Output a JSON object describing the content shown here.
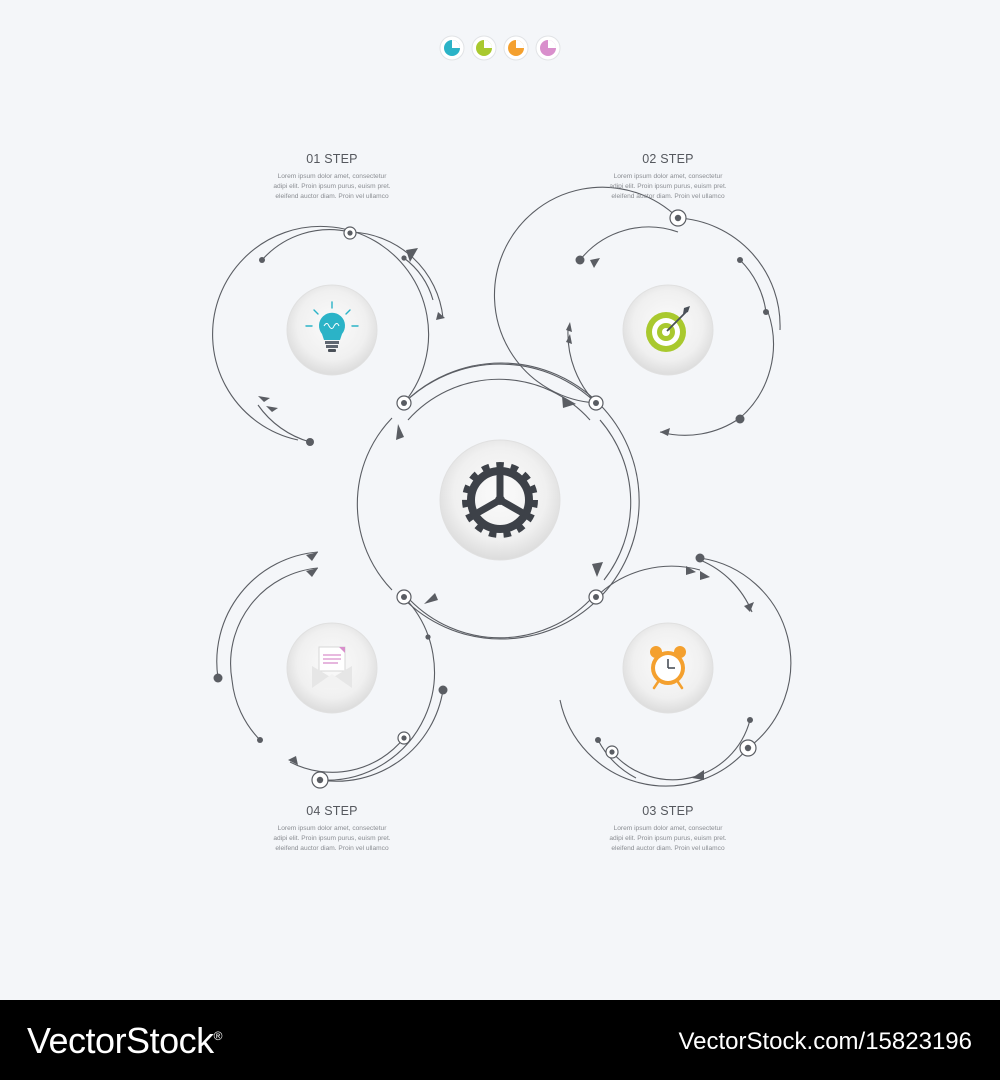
{
  "steps": [
    {
      "title": "01 STEP",
      "lines": [
        "Lorem ipsum dolor amet, consectetur",
        "adipi elit. Proin ipsum purus, euism pret.",
        "eleifend auctor diam. Proin vel ullamco"
      ],
      "icon": "lightbulb-icon"
    },
    {
      "title": "02 STEP",
      "lines": [
        "Lorem ipsum dolor amet, consectetur",
        "adipi elit. Proin ipsum purus, euism pret.",
        "eleifend auctor diam. Proin vel ullamco"
      ],
      "icon": "target-icon"
    },
    {
      "title": "03 STEP",
      "lines": [
        "Lorem ipsum dolor amet, consectetur",
        "adipi elit. Proin ipsum purus, euism pret.",
        "eleifend auctor diam. Proin vel ullamco"
      ],
      "icon": "alarm-clock-icon"
    },
    {
      "title": "04 STEP",
      "lines": [
        "Lorem ipsum dolor amet, consectetur",
        "adipi elit. Proin ipsum purus, euism pret.",
        "eleifend auctor diam. Proin vel ullamco"
      ],
      "icon": "envelope-icon"
    }
  ],
  "center_icon": "gear-icon",
  "palette": {
    "teal": "#2bb3c7",
    "lime": "#a9c92e",
    "orange": "#f4a02e",
    "pink": "#d98fcc",
    "line": "#5a5d63",
    "background": "#f4f6f9"
  },
  "watermark": {
    "left": "VectorStock",
    "left_mark": "®",
    "right": "VectorStock.com/15823196"
  }
}
